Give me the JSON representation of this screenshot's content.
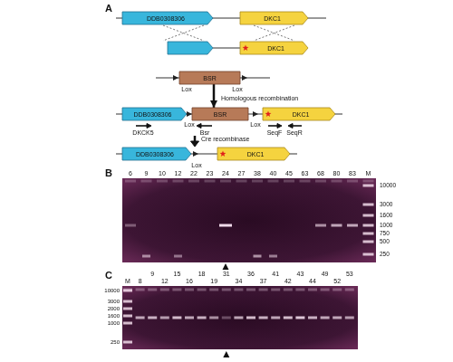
{
  "diagram": {
    "nodes": [
      {
        "text": [
          "DDB0308306"
        ]
      },
      {
        "text": [
          "DKC1"
        ]
      },
      {
        "text": [
          "DKC1"
        ]
      },
      {
        "text": [
          "BSR"
        ]
      },
      {
        "text": [
          "DDB0308306"
        ]
      },
      {
        "text": [
          "BSR"
        ]
      },
      {
        "text": [
          "DKC1"
        ]
      },
      {
        "text": [
          "DDB0308306"
        ]
      },
      {
        "text": [
          "DKC1"
        ]
      }
    ],
    "edges": [
      {
        "from": 3,
        "to": 5,
        "arrow": "to",
        "label": "Homologous recombination"
      }
    ],
    "labels": [
      "A",
      "Lox",
      "Lox",
      "Lox",
      "Lox",
      "DKCK5",
      "Bsr",
      "SeqF",
      "SeqR",
      "Lox",
      "Cre recombinase",
      "B",
      "6",
      "9",
      "10",
      "12",
      "22",
      "23",
      "24",
      "27",
      "38",
      "40",
      "45",
      "63",
      "68",
      "80",
      "83",
      "M",
      "10000",
      "3000",
      "1600",
      "1000",
      "750",
      "500",
      "250",
      "C",
      "M",
      "9",
      "15",
      "18",
      "31",
      "36",
      "41",
      "43",
      "49",
      "53",
      "8",
      "12",
      "16",
      "19",
      "34",
      "37",
      "42",
      "44",
      "52",
      "10000",
      "3000",
      "2000",
      "1600",
      "1000",
      "250"
    ]
  }
}
